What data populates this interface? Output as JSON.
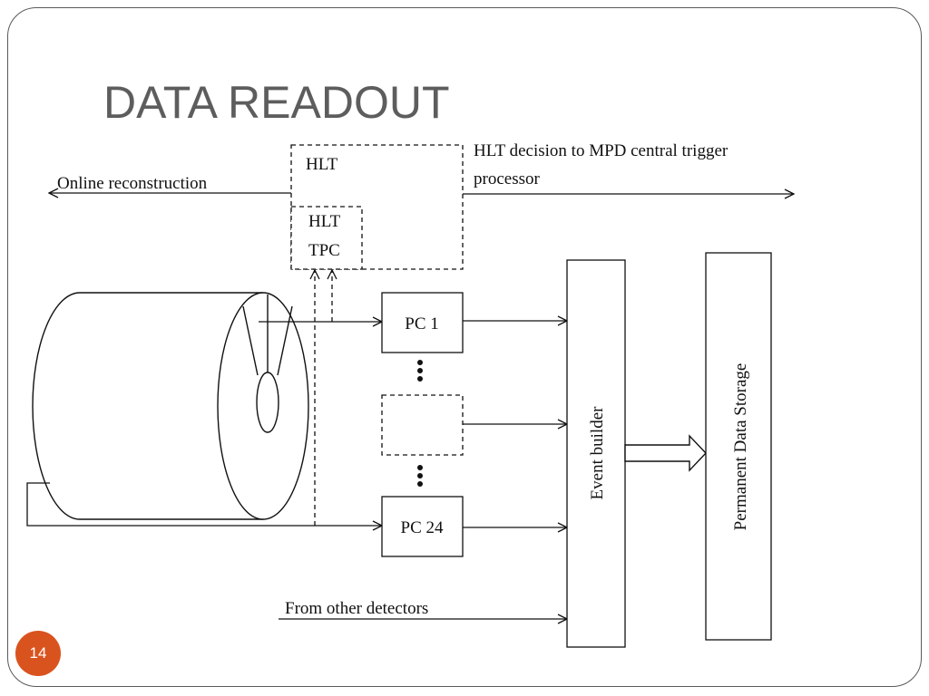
{
  "slide": {
    "title": "DATA READOUT",
    "page_number": "14"
  },
  "diagram": {
    "labels": {
      "online_reconstruction": "Online reconstruction",
      "hlt_decision_line1": "HLT decision to MPD central trigger",
      "hlt_decision_line2": "processor",
      "hlt": "HLT",
      "hlt_tpc_line1": "HLT",
      "hlt_tpc_line2": "TPC",
      "pc1": "PC 1",
      "pc24": "PC 24",
      "event_builder": "Event builder",
      "permanent_storage": "Permanent Data Storage",
      "from_other_detectors": "From other detectors"
    }
  }
}
